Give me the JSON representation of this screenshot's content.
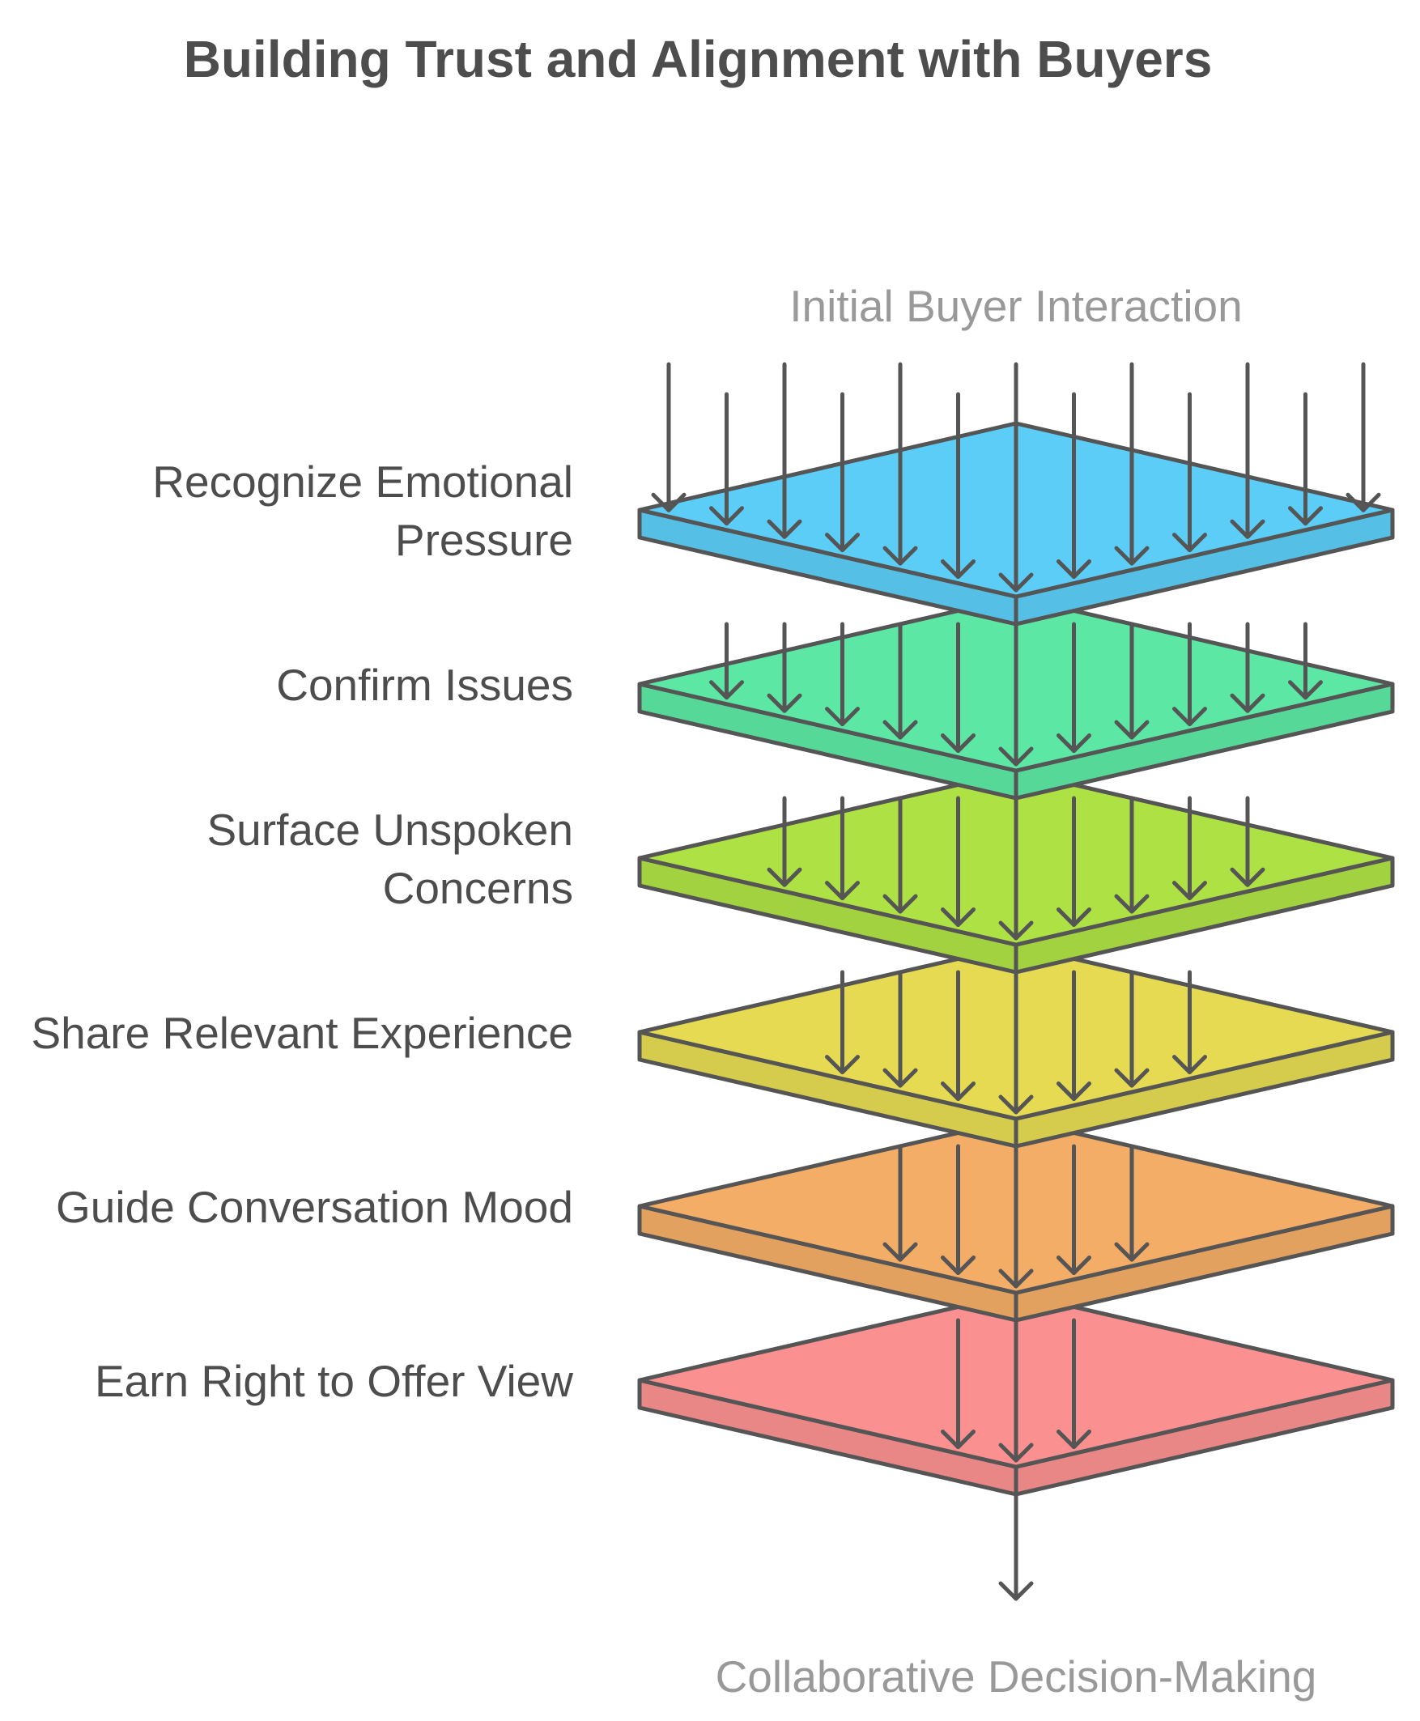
{
  "title": "Building Trust and Alignment with Buyers",
  "input_label": "Initial Buyer Interaction",
  "output_label": "Collaborative Decision-Making",
  "layers": [
    {
      "id": "recognize",
      "lines": [
        "Recognize Emotional",
        "Pressure"
      ],
      "color": "#5bcdf6"
    },
    {
      "id": "confirm",
      "lines": [
        "Confirm Issues"
      ],
      "color": "#5ce8a4"
    },
    {
      "id": "surface",
      "lines": [
        "Surface Unspoken",
        "Concerns"
      ],
      "color": "#aee244"
    },
    {
      "id": "share",
      "lines": [
        "Share Relevant Experience"
      ],
      "color": "#e5da52"
    },
    {
      "id": "guide",
      "lines": [
        "Guide Conversation Mood"
      ],
      "color": "#f4ad66"
    },
    {
      "id": "earn",
      "lines": [
        "Earn Right to Offer View"
      ],
      "color": "#fb9090"
    }
  ]
}
